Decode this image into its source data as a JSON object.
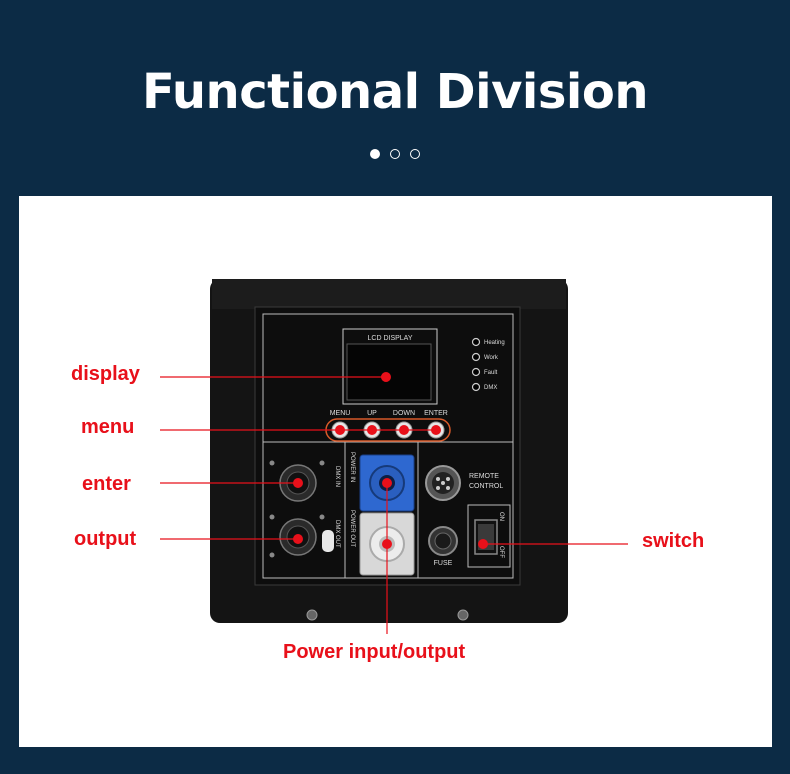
{
  "header": {
    "title": "Functional Division",
    "carousel": {
      "count": 3,
      "active": 0
    }
  },
  "device": {
    "lcd_label": "LCD DISPLAY",
    "indicators": [
      "Heating",
      "Work",
      "Fault",
      "DMX"
    ],
    "buttons": [
      "MENU",
      "UP",
      "DOWN",
      "ENTER"
    ],
    "dmx_in_label": "DMX IN",
    "dmx_out_label": "DMX OUT",
    "power_in_label": "POWER IN",
    "power_out_label": "POWER OUT",
    "remote_label_1": "REMOTE",
    "remote_label_2": "CONTROL",
    "fuse_label": "FUSE",
    "switch_label_1": "ON",
    "switch_label_2": "OFF"
  },
  "callouts": {
    "display": "display",
    "menu": "menu",
    "enter": "enter",
    "output": "output",
    "switch": "switch",
    "power": "Power input/output"
  },
  "colors": {
    "background": "#0c2b45",
    "callout": "#e8101a",
    "device": "#111111"
  }
}
